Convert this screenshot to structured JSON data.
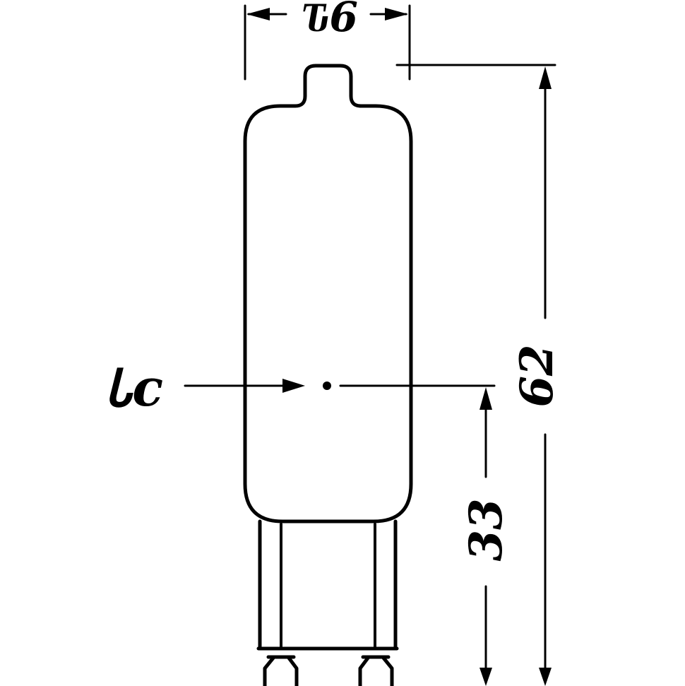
{
  "diagram": {
    "labels": {
      "width": "Ԏ6",
      "tc": "Ꮣc",
      "height_total": "62",
      "height_tc": "33"
    },
    "colors": {
      "ink": "#000000",
      "background": "#ffffff"
    }
  }
}
